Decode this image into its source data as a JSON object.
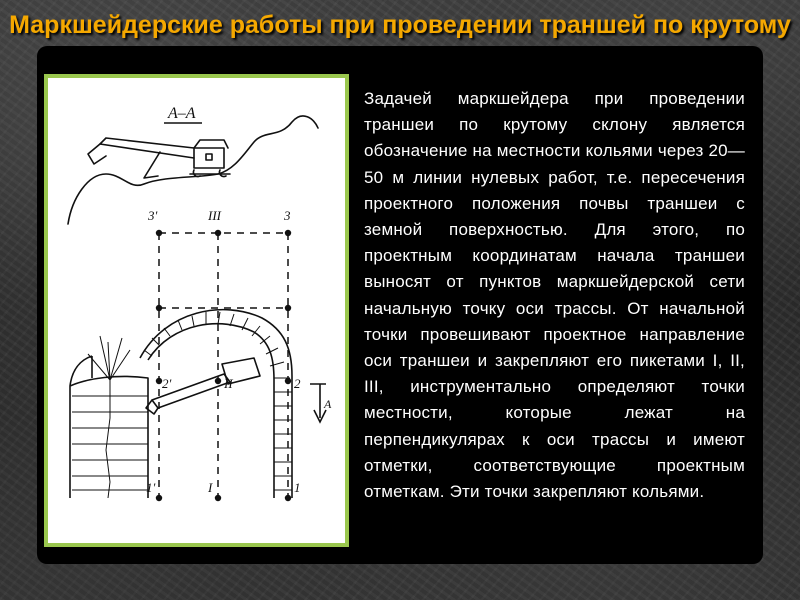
{
  "slide": {
    "title": "Маркшейдерские работы при проведении траншей по крутому склону",
    "body": "Задачей маркшейдера при проведении траншеи по крутому склону является обозначение на местности кольями через 20—50 м линии нулевых работ, т.е. пересечения проектного положения почвы траншеи с земной поверхностью. Для этого, по проектным координатам начала траншеи выносят от пунктов маркшейдерской сети начальную точку оси трассы. От начальной точки провешивают проектное направление оси траншеи и закрепляют его пикетами I, II, III, инструментально определяют точки местности, которые лежат на перпендикулярах к оси трассы и имеют отметки, соответствующие проектным отметкам. Эти точки закрепляют кольями."
  },
  "figure": {
    "section_label": "А–А",
    "arrow_label": "А",
    "point_labels": {
      "p3_prime": "3'",
      "p3_axis": "III",
      "p3": "3",
      "p2_prime": "2'",
      "p2_axis": "II",
      "p2": "2",
      "p1_prime": "1'",
      "p1_axis": "I",
      "p1": "1"
    }
  },
  "colors": {
    "title": "#f5a800",
    "frame_border": "#9ac74e",
    "panel": "#000000",
    "text": "#ffffff"
  }
}
